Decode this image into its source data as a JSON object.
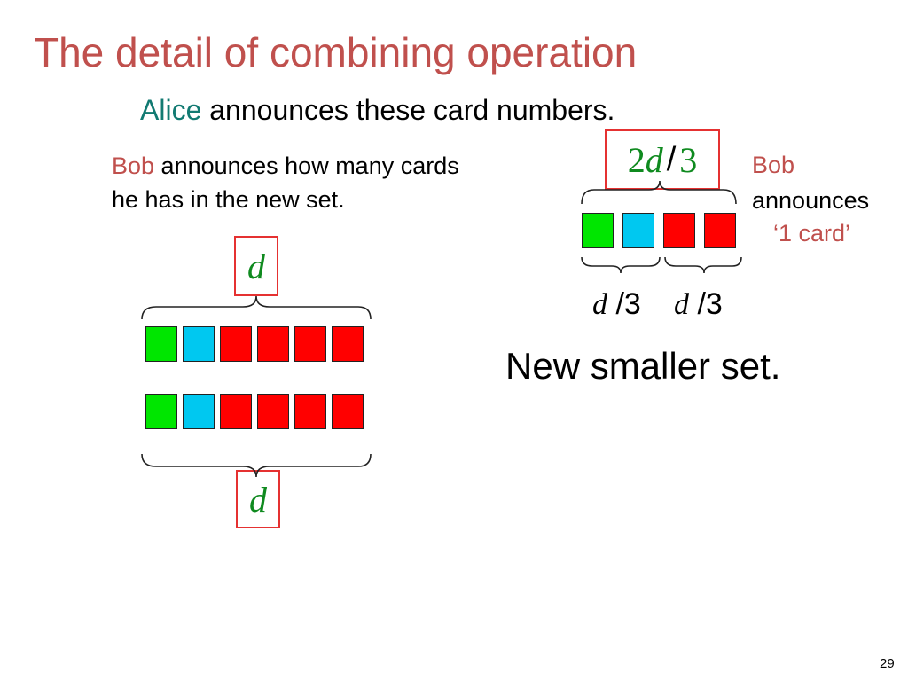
{
  "title": "The detail of combining operation",
  "alice_line": {
    "name": "Alice",
    "text": " announces these card numbers."
  },
  "bob_left": {
    "name": "Bob",
    "line1_rest": " announces how many cards",
    "line2": "he has in the new set."
  },
  "bob_right": {
    "name": "Bob",
    "line2": "announces",
    "quote": "‘1 card’"
  },
  "left_group": {
    "top_label": "d",
    "bottom_label": "d",
    "rows": [
      [
        "green",
        "blue",
        "red",
        "red",
        "red",
        "red"
      ],
      [
        "green",
        "blue",
        "red",
        "red",
        "red",
        "red"
      ]
    ]
  },
  "right_group": {
    "top_label_num": "2",
    "top_label_var": "d",
    "top_label_sep": "/",
    "top_label_den": "3",
    "cards": [
      "green",
      "blue",
      "red",
      "red"
    ],
    "fractions": [
      {
        "var": "d",
        "rest": "/3"
      },
      {
        "var": "d",
        "rest": "/3"
      }
    ]
  },
  "new_set_text": "New smaller set.",
  "slide_number": "29",
  "colors": {
    "title": "#c0504d",
    "alice": "#127a72",
    "card_green": "#00e600",
    "card_blue": "#00c8f0",
    "card_red": "#ff0000",
    "label_green": "#0f8a1f",
    "box_border": "#e53131"
  }
}
